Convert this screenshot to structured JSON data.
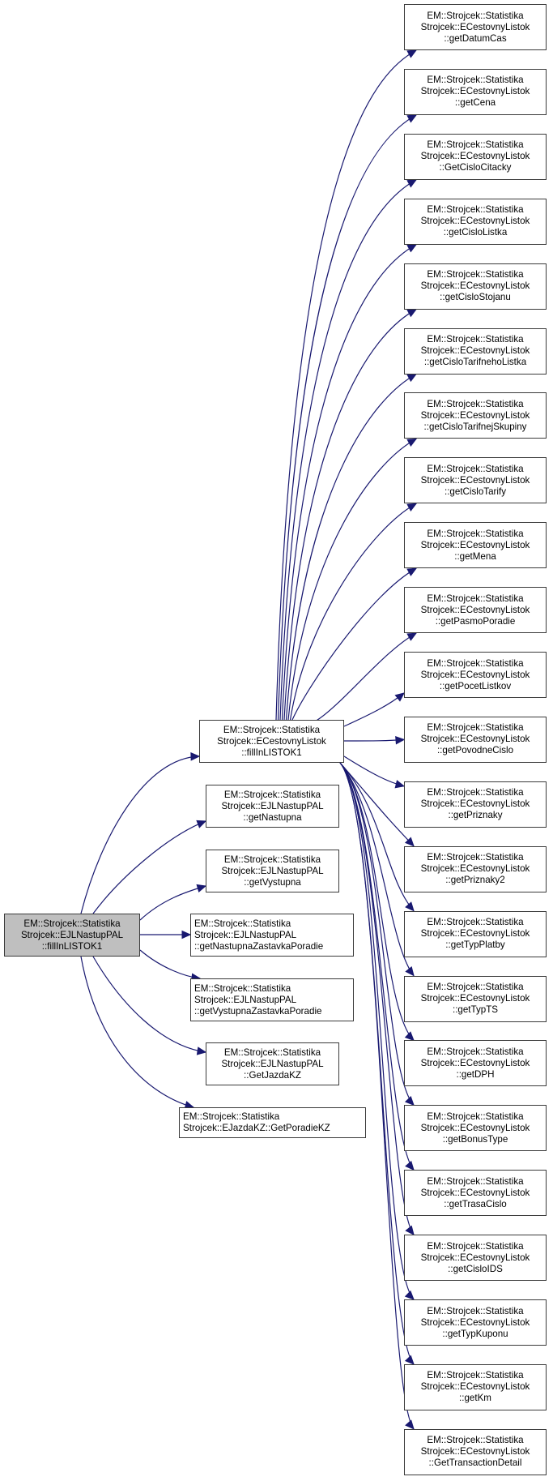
{
  "diagram": {
    "type": "call-graph",
    "edge_color": "#191970",
    "root": {
      "id": "root",
      "lines": [
        "EM::Strojcek::Statistika",
        "Strojcek::EJLNastupPAL",
        "::fillInLISTOK1"
      ]
    },
    "middle": [
      {
        "id": "m_fill",
        "lines": [
          "EM::Strojcek::Statistika",
          "Strojcek::ECestovnyListok",
          "::fillInLISTOK1"
        ]
      },
      {
        "id": "m_getNastupna",
        "lines": [
          "EM::Strojcek::Statistika",
          "Strojcek::EJLNastupPAL",
          "::getNastupna"
        ]
      },
      {
        "id": "m_getVystupna",
        "lines": [
          "EM::Strojcek::Statistika",
          "Strojcek::EJLNastupPAL",
          "::getVystupna"
        ]
      },
      {
        "id": "m_getNastupnaZast",
        "lines": [
          "EM::Strojcek::Statistika",
          "Strojcek::EJLNastupPAL",
          "::getNastupnaZastavkaPoradie"
        ]
      },
      {
        "id": "m_getVystupnaZast",
        "lines": [
          "EM::Strojcek::Statistika",
          "Strojcek::EJLNastupPAL",
          "::getVystupnaZastavkaPoradie"
        ]
      },
      {
        "id": "m_getJazdaKZ",
        "lines": [
          "EM::Strojcek::Statistika",
          "Strojcek::EJLNastupPAL",
          "::GetJazdaKZ"
        ]
      },
      {
        "id": "m_getPoradieKZ",
        "lines": [
          "EM::Strojcek::Statistika",
          "Strojcek::EJazdaKZ::GetPoradieKZ"
        ]
      }
    ],
    "right": [
      {
        "id": "r0",
        "lines": [
          "EM::Strojcek::Statistika",
          "Strojcek::ECestovnyListok",
          "::getDatumCas"
        ]
      },
      {
        "id": "r1",
        "lines": [
          "EM::Strojcek::Statistika",
          "Strojcek::ECestovnyListok",
          "::getCena"
        ]
      },
      {
        "id": "r2",
        "lines": [
          "EM::Strojcek::Statistika",
          "Strojcek::ECestovnyListok",
          "::GetCisloCitacky"
        ]
      },
      {
        "id": "r3",
        "lines": [
          "EM::Strojcek::Statistika",
          "Strojcek::ECestovnyListok",
          "::getCisloListka"
        ]
      },
      {
        "id": "r4",
        "lines": [
          "EM::Strojcek::Statistika",
          "Strojcek::ECestovnyListok",
          "::getCisloStojanu"
        ]
      },
      {
        "id": "r5",
        "lines": [
          "EM::Strojcek::Statistika",
          "Strojcek::ECestovnyListok",
          "::getCisloTarifnehoListka"
        ]
      },
      {
        "id": "r6",
        "lines": [
          "EM::Strojcek::Statistika",
          "Strojcek::ECestovnyListok",
          "::getCisloTarifnejSkupiny"
        ]
      },
      {
        "id": "r7",
        "lines": [
          "EM::Strojcek::Statistika",
          "Strojcek::ECestovnyListok",
          "::getCisloTarify"
        ]
      },
      {
        "id": "r8",
        "lines": [
          "EM::Strojcek::Statistika",
          "Strojcek::ECestovnyListok",
          "::getMena"
        ]
      },
      {
        "id": "r9",
        "lines": [
          "EM::Strojcek::Statistika",
          "Strojcek::ECestovnyListok",
          "::getPasmoPoradie"
        ]
      },
      {
        "id": "r10",
        "lines": [
          "EM::Strojcek::Statistika",
          "Strojcek::ECestovnyListok",
          "::getPocetListkov"
        ]
      },
      {
        "id": "r11",
        "lines": [
          "EM::Strojcek::Statistika",
          "Strojcek::ECestovnyListok",
          "::getPovodneCislo"
        ]
      },
      {
        "id": "r12",
        "lines": [
          "EM::Strojcek::Statistika",
          "Strojcek::ECestovnyListok",
          "::getPriznaky"
        ]
      },
      {
        "id": "r13",
        "lines": [
          "EM::Strojcek::Statistika",
          "Strojcek::ECestovnyListok",
          "::getPriznaky2"
        ]
      },
      {
        "id": "r14",
        "lines": [
          "EM::Strojcek::Statistika",
          "Strojcek::ECestovnyListok",
          "::getTypPlatby"
        ]
      },
      {
        "id": "r15",
        "lines": [
          "EM::Strojcek::Statistika",
          "Strojcek::ECestovnyListok",
          "::getTypTS"
        ]
      },
      {
        "id": "r16",
        "lines": [
          "EM::Strojcek::Statistika",
          "Strojcek::ECestovnyListok",
          "::getDPH"
        ]
      },
      {
        "id": "r17",
        "lines": [
          "EM::Strojcek::Statistika",
          "Strojcek::ECestovnyListok",
          "::getBonusType"
        ]
      },
      {
        "id": "r18",
        "lines": [
          "EM::Strojcek::Statistika",
          "Strojcek::ECestovnyListok",
          "::getTrasaCislo"
        ]
      },
      {
        "id": "r19",
        "lines": [
          "EM::Strojcek::Statistika",
          "Strojcek::ECestovnyListok",
          "::getCisloIDS"
        ]
      },
      {
        "id": "r20",
        "lines": [
          "EM::Strojcek::Statistika",
          "Strojcek::ECestovnyListok",
          "::getTypKuponu"
        ]
      },
      {
        "id": "r21",
        "lines": [
          "EM::Strojcek::Statistika",
          "Strojcek::ECestovnyListok",
          "::getKm"
        ]
      },
      {
        "id": "r22",
        "lines": [
          "EM::Strojcek::Statistika",
          "Strojcek::ECestovnyListok",
          "::GetTransactionDetail"
        ]
      }
    ],
    "edges": [
      [
        "root",
        "m_fill"
      ],
      [
        "root",
        "m_getNastupna"
      ],
      [
        "root",
        "m_getVystupna"
      ],
      [
        "root",
        "m_getNastupnaZast"
      ],
      [
        "root",
        "m_getVystupnaZast"
      ],
      [
        "root",
        "m_getJazdaKZ"
      ],
      [
        "root",
        "m_getPoradieKZ"
      ],
      [
        "m_fill",
        "r0"
      ],
      [
        "m_fill",
        "r1"
      ],
      [
        "m_fill",
        "r2"
      ],
      [
        "m_fill",
        "r3"
      ],
      [
        "m_fill",
        "r4"
      ],
      [
        "m_fill",
        "r5"
      ],
      [
        "m_fill",
        "r6"
      ],
      [
        "m_fill",
        "r7"
      ],
      [
        "m_fill",
        "r8"
      ],
      [
        "m_fill",
        "r9"
      ],
      [
        "m_fill",
        "r10"
      ],
      [
        "m_fill",
        "r11"
      ],
      [
        "m_fill",
        "r12"
      ],
      [
        "m_fill",
        "r13"
      ],
      [
        "m_fill",
        "r14"
      ],
      [
        "m_fill",
        "r15"
      ],
      [
        "m_fill",
        "r16"
      ],
      [
        "m_fill",
        "r17"
      ],
      [
        "m_fill",
        "r18"
      ],
      [
        "m_fill",
        "r19"
      ],
      [
        "m_fill",
        "r20"
      ],
      [
        "m_fill",
        "r21"
      ],
      [
        "m_fill",
        "r22"
      ]
    ]
  }
}
